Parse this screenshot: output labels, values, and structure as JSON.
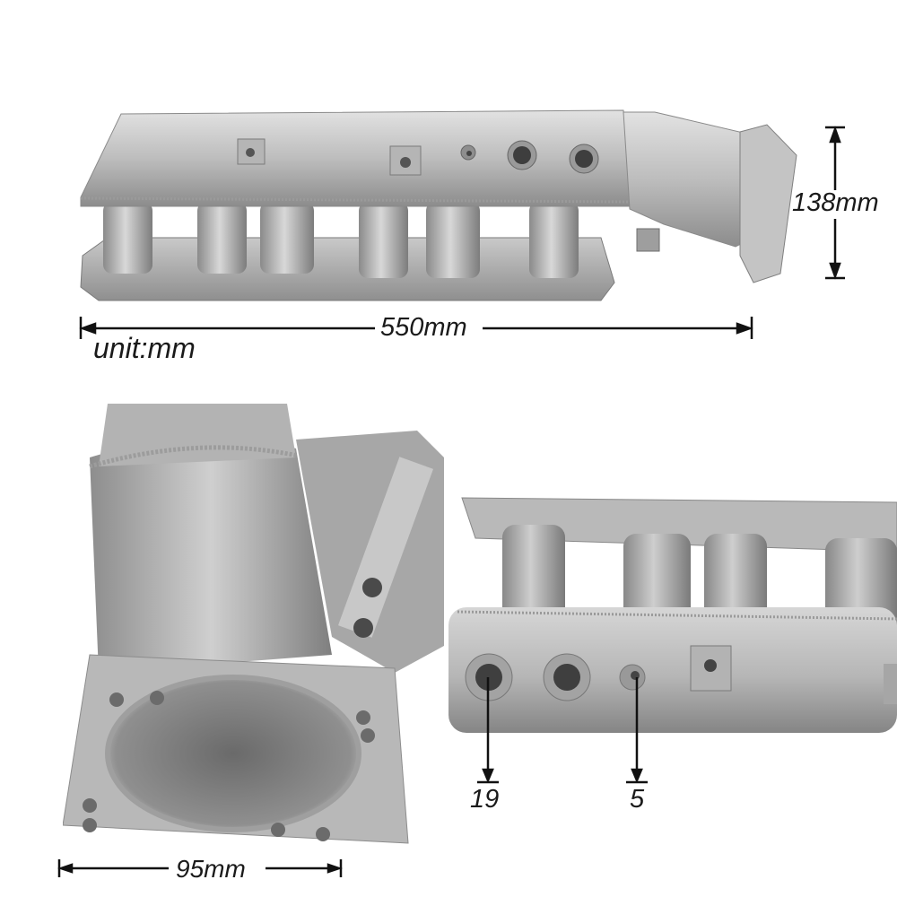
{
  "annotations": {
    "length": "550mm",
    "height": "138mm",
    "unit": "unit:mm",
    "flange_width": "95mm",
    "port_large": "19",
    "port_small": "5"
  },
  "colors": {
    "metal_light": "#d4d4d4",
    "metal_mid": "#a9a9a9",
    "metal_dark": "#6e6e6e",
    "line": "#111111",
    "background": "#ffffff"
  }
}
